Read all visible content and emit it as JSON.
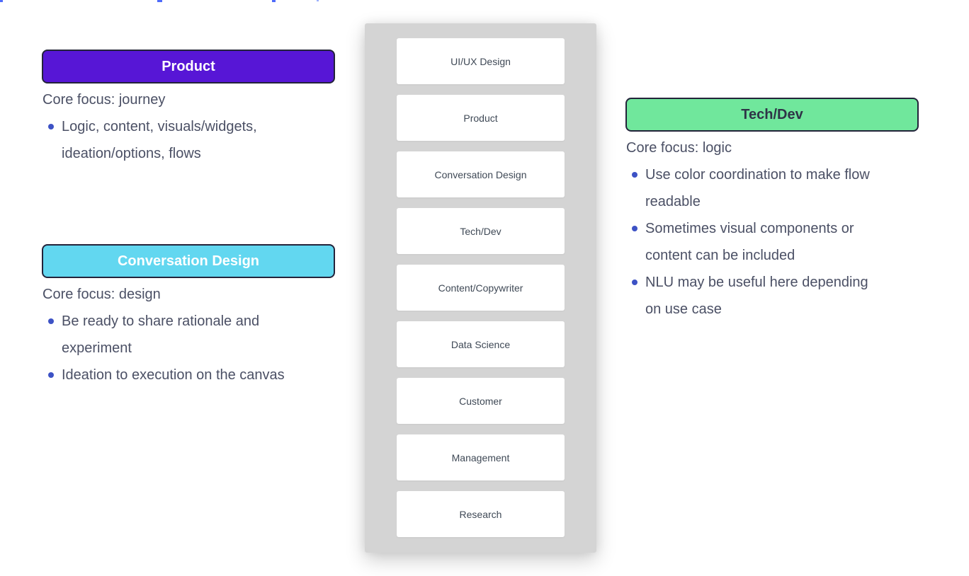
{
  "canvas": {
    "background": "#ffffff",
    "top_edge_artifacts": {
      "note": "cut-off blue text fragments along the top edge",
      "color": "#4f6bfa"
    }
  },
  "cards": [
    {
      "title": "Product",
      "header_color": "#5716d6",
      "title_color": "#ffffff",
      "core_focus": "Core focus: journey",
      "bullets": [
        {
          "lines": [
            "Logic, content, visuals/widgets,",
            "ideation/options, flows"
          ]
        }
      ]
    },
    {
      "title": "Conversation Design",
      "header_color": "#62d7f0",
      "title_color": "#ffffff",
      "core_focus": "Core focus: design",
      "bullets": [
        {
          "lines": [
            "Be ready to share rationale and",
            "experiment"
          ]
        },
        {
          "lines": [
            "Ideation to execution on the canvas"
          ]
        }
      ]
    },
    {
      "title": "Tech/Dev",
      "header_color": "#70e79c",
      "title_color": "#2f3447",
      "core_focus": "Core focus: logic",
      "bullets": [
        {
          "lines": [
            "Use color coordination to make flow",
            "readable"
          ]
        },
        {
          "lines": [
            "Sometimes visual components or",
            "content can be included"
          ]
        },
        {
          "lines": [
            "NLU may be useful here depending",
            "on use case"
          ]
        }
      ]
    }
  ],
  "role_panel": {
    "background": "#d4d4d4",
    "items": [
      "UI/UX Design",
      "Product",
      "Conversation Design",
      "Tech/Dev",
      "Content/Copywriter",
      "Data Science",
      "Customer",
      "Management",
      "Research"
    ]
  },
  "colors": {
    "bullet_dot": "#3d52c5",
    "body_text": "#4b5065",
    "role_item_text": "#3f4956",
    "shape_border": "#23233a"
  }
}
